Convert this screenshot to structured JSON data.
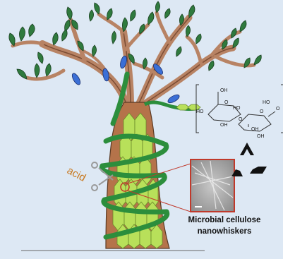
{
  "diagram": {
    "acid_label": "acid",
    "caption_line1": "Microbial cellulose",
    "caption_line2": "nanowhiskers",
    "chem_labels": [
      "OH",
      "HO",
      "HO",
      "O",
      "O",
      "OH",
      "OH",
      "O",
      "HO",
      "O",
      "OH"
    ],
    "colors": {
      "background": "#dde8f4",
      "trunk": "#b5734a",
      "branch": "#b88364",
      "leaf": "#2f7a3e",
      "ribbon": "#2c8e3c",
      "cell": "#b8e05a",
      "whisker": "#3b6fd6",
      "zoom_outline": "#c0392b",
      "acid": "#c8781e"
    }
  }
}
